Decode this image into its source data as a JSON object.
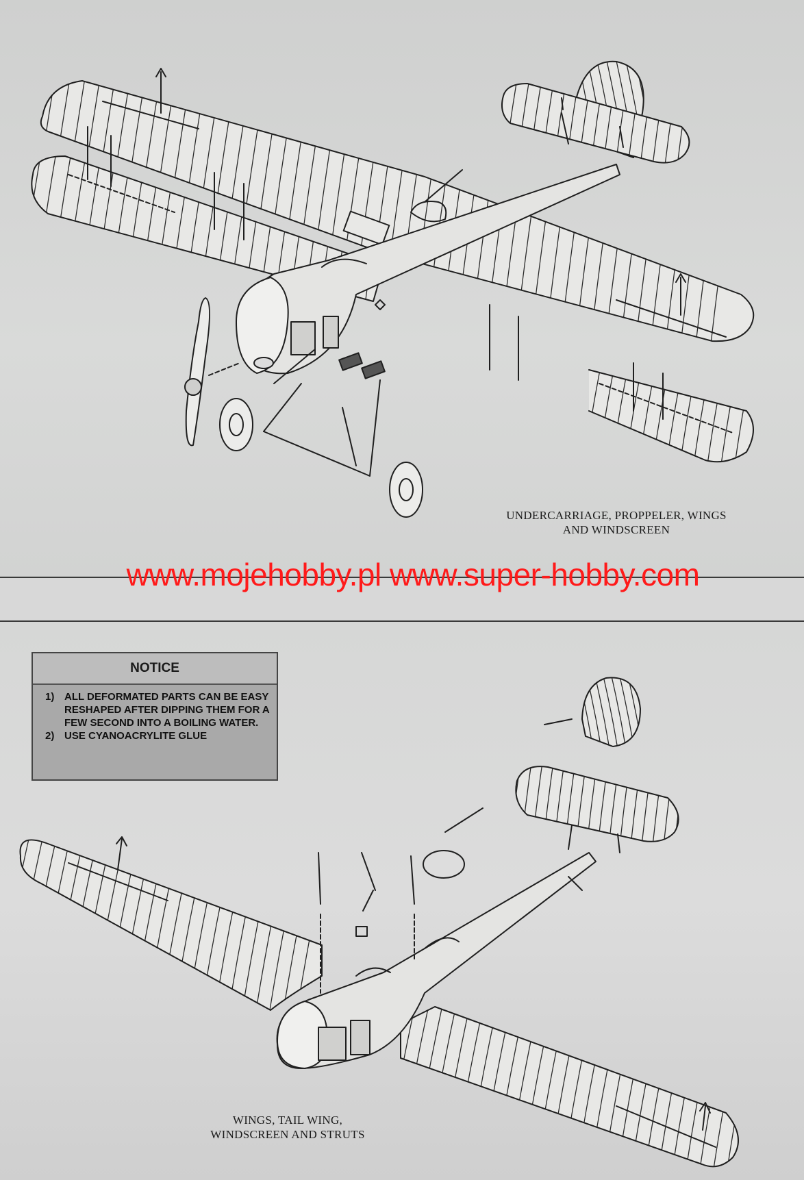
{
  "top_panel": {
    "caption_lines": [
      "UNDERCARRIAGE,  PROPPELER, WINGS",
      "AND WINDSCREEN"
    ]
  },
  "watermark": "www.mojehobby.pl www.super-hobby.com",
  "notice": {
    "title": "NOTICE",
    "items": [
      {
        "num": "1)",
        "text": "ALL DEFORMATED PARTS CAN BE EASY RESHAPED AFTER DIPPING THEM FOR A FEW SECOND INTO A BOILING WATER."
      },
      {
        "num": "2)",
        "text": "USE CYANOACRYLITE GLUE"
      }
    ]
  },
  "bottom_panel": {
    "caption_lines": [
      "WINGS, TAIL WING,",
      "WINDSCREEN AND STRUTS"
    ]
  },
  "colors": {
    "watermark": "#ff1a1a",
    "notice_bg": "#a9a9a9",
    "ink": "#1f1f1f"
  },
  "icons": [
    "biplane-assembly-drawing",
    "wing-assembly-drawing"
  ]
}
